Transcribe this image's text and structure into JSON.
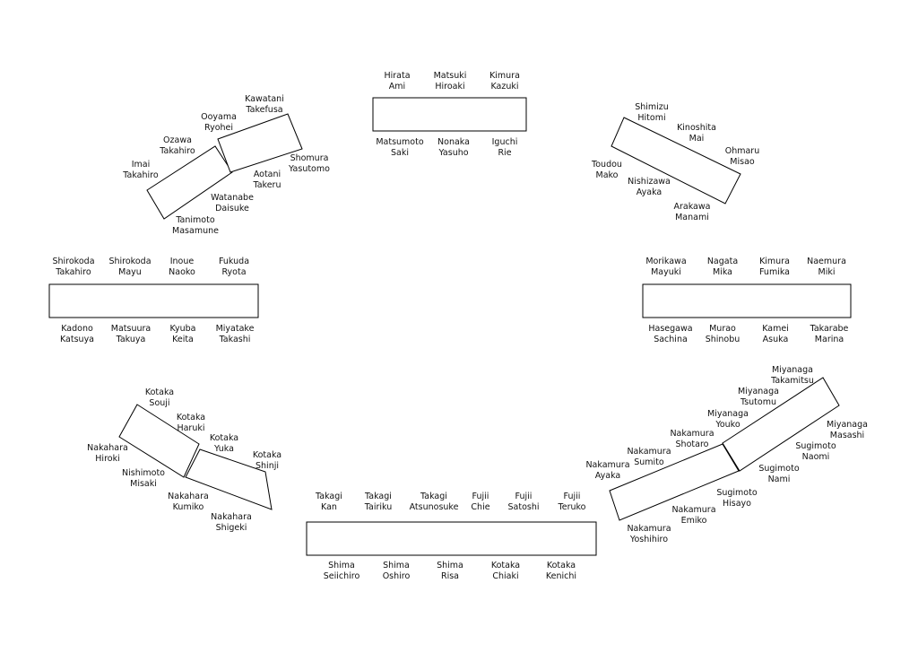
{
  "tables": [
    {
      "id": "top-center",
      "guests": [
        {
          "surname": "Hirata",
          "given": "Ami"
        },
        {
          "surname": "Matsuki",
          "given": "Hiroaki"
        },
        {
          "surname": "Kimura",
          "given": "Kazuki"
        },
        {
          "surname": "Matsumoto",
          "given": "Saki"
        },
        {
          "surname": "Nonaka",
          "given": "Yasuho"
        },
        {
          "surname": "Iguchi",
          "given": "Rie"
        }
      ]
    },
    {
      "id": "top-left-a",
      "guests": [
        {
          "surname": "Ozawa",
          "given": "Takahiro"
        },
        {
          "surname": "Imai",
          "given": "Takahiro"
        },
        {
          "surname": "Watanabe",
          "given": "Daisuke"
        },
        {
          "surname": "Tanimoto",
          "given": "Masamune"
        }
      ]
    },
    {
      "id": "top-left-b",
      "guests": [
        {
          "surname": "Kawatani",
          "given": "Takefusa"
        },
        {
          "surname": "Ooyama",
          "given": "Ryohei"
        },
        {
          "surname": "Shomura",
          "given": "Yasutomo"
        },
        {
          "surname": "Aotani",
          "given": "Takeru"
        }
      ]
    },
    {
      "id": "top-right",
      "guests": [
        {
          "surname": "Shimizu",
          "given": "Hitomi"
        },
        {
          "surname": "Kinoshita",
          "given": "Mai"
        },
        {
          "surname": "Ohmaru",
          "given": "Misao"
        },
        {
          "surname": "Toudou",
          "given": "Mako"
        },
        {
          "surname": "Nishizawa",
          "given": "Ayaka"
        },
        {
          "surname": "Arakawa",
          "given": "Manami"
        }
      ]
    },
    {
      "id": "middle-left",
      "guests": [
        {
          "surname": "Shirokoda",
          "given": "Takahiro"
        },
        {
          "surname": "Shirokoda",
          "given": "Mayu"
        },
        {
          "surname": "Inoue",
          "given": "Naoko"
        },
        {
          "surname": "Fukuda",
          "given": "Ryota"
        },
        {
          "surname": "Kadono",
          "given": "Katsuya"
        },
        {
          "surname": "Matsuura",
          "given": "Takuya"
        },
        {
          "surname": "Kyuba",
          "given": "Keita"
        },
        {
          "surname": "Miyatake",
          "given": "Takashi"
        }
      ]
    },
    {
      "id": "middle-right",
      "guests": [
        {
          "surname": "Morikawa",
          "given": "Mayuki"
        },
        {
          "surname": "Nagata",
          "given": "Mika"
        },
        {
          "surname": "Kimura",
          "given": "Fumika"
        },
        {
          "surname": "Naemura",
          "given": "Miki"
        },
        {
          "surname": "Hasegawa",
          "given": "Sachina"
        },
        {
          "surname": "Murao",
          "given": "Shinobu"
        },
        {
          "surname": "Kamei",
          "given": "Asuka"
        },
        {
          "surname": "Takarabe",
          "given": "Marina"
        }
      ]
    },
    {
      "id": "bottom-left-a",
      "guests": [
        {
          "surname": "Kotaka",
          "given": "Souji"
        },
        {
          "surname": "Nakahara",
          "given": "Hiroki"
        },
        {
          "surname": "Nishimoto",
          "given": "Misaki"
        }
      ]
    },
    {
      "id": "bottom-left-b",
      "guests": [
        {
          "surname": "Kotaka",
          "given": "Haruki"
        },
        {
          "surname": "Kotaka",
          "given": "Yuka"
        },
        {
          "surname": "Kotaka",
          "given": "Shinji"
        },
        {
          "surname": "Nakahara",
          "given": "Kumiko"
        },
        {
          "surname": "Nakahara",
          "given": "Shigeki"
        }
      ]
    },
    {
      "id": "bottom-right-a",
      "guests": [
        {
          "surname": "Nakamura",
          "given": "Ayaka"
        },
        {
          "surname": "Nakamura",
          "given": "Sumito"
        },
        {
          "surname": "Nakamura",
          "given": "Shotaro"
        },
        {
          "surname": "Nakamura",
          "given": "Yoshihiro"
        },
        {
          "surname": "Nakamura",
          "given": "Emiko"
        },
        {
          "surname": "Sugimoto",
          "given": "Hisayo"
        }
      ]
    },
    {
      "id": "bottom-right-b",
      "guests": [
        {
          "surname": "Miyanaga",
          "given": "Youko"
        },
        {
          "surname": "Miyanaga",
          "given": "Tsutomu"
        },
        {
          "surname": "Miyanaga",
          "given": "Takamitsu"
        },
        {
          "surname": "Miyanaga",
          "given": "Masashi"
        },
        {
          "surname": "Sugimoto",
          "given": "Naomi"
        },
        {
          "surname": "Sugimoto",
          "given": "Nami"
        }
      ]
    },
    {
      "id": "bottom-center",
      "guests": [
        {
          "surname": "Takagi",
          "given": "Kan"
        },
        {
          "surname": "Takagi",
          "given": "Tairiku"
        },
        {
          "surname": "Takagi",
          "given": "Atsunosuke"
        },
        {
          "surname": "Fujii",
          "given": "Chie"
        },
        {
          "surname": "Fujii",
          "given": "Satoshi"
        },
        {
          "surname": "Fujii",
          "given": "Teruko"
        },
        {
          "surname": "Shima",
          "given": "Seiichiro"
        },
        {
          "surname": "Shima",
          "given": "Oshiro"
        },
        {
          "surname": "Shima",
          "given": "Risa"
        },
        {
          "surname": "Kotaka",
          "given": "Chiaki"
        },
        {
          "surname": "Kotaka",
          "given": "Kenichi"
        }
      ]
    }
  ]
}
